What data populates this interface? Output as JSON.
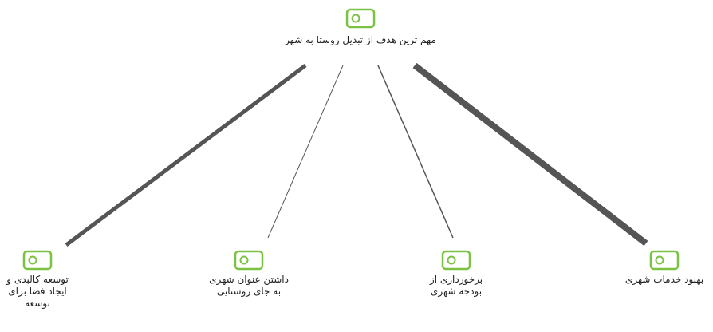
{
  "colors": {
    "icon": "#7cc242",
    "edge": "#555555"
  },
  "icon_name": "node-badge-icon",
  "root": {
    "label": "مهم ترین هدف از تبدیل روستا به شهر"
  },
  "children": [
    {
      "label": "توسعه کالبدی و\nایجاد فضا برای\nتوسعه",
      "weight": 5
    },
    {
      "label": "داشتن عنوان شهری\nبه جای روستایی",
      "weight": 1
    },
    {
      "label": "برخورداری از\nبودجه شهری",
      "weight": 1.5
    },
    {
      "label": "بهبود خدمات شهری",
      "weight": 8
    }
  ]
}
